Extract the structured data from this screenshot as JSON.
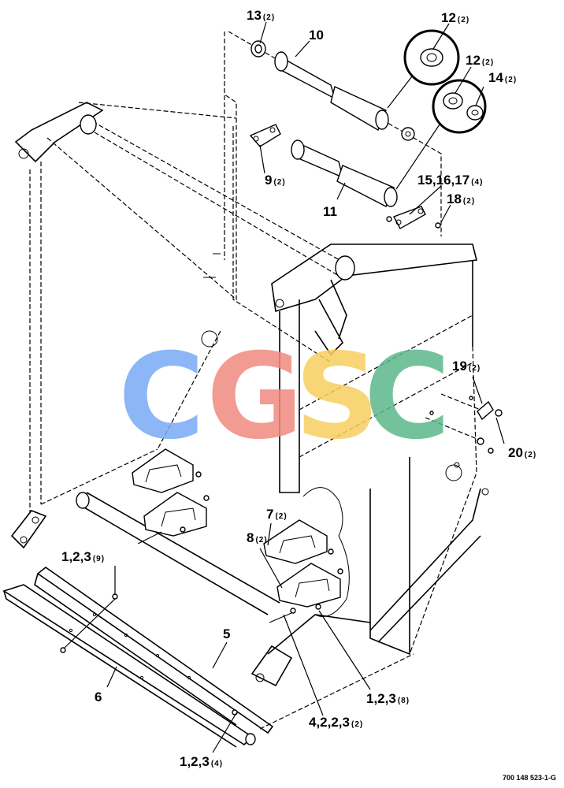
{
  "callouts": [
    {
      "id": "c13",
      "num": "13",
      "qty": "(2)"
    },
    {
      "id": "c10",
      "num": "10",
      "qty": ""
    },
    {
      "id": "c12a",
      "num": "12",
      "qty": "(2)"
    },
    {
      "id": "c12b",
      "num": "12",
      "qty": "(2)"
    },
    {
      "id": "c14",
      "num": "14",
      "qty": "(2)"
    },
    {
      "id": "c9",
      "num": "9",
      "qty": "(2)"
    },
    {
      "id": "c11",
      "num": "11",
      "qty": ""
    },
    {
      "id": "c15",
      "num": "15,16,17",
      "qty": "(4)"
    },
    {
      "id": "c18",
      "num": "18",
      "qty": "(2)"
    },
    {
      "id": "c19",
      "num": "19",
      "qty": "(2)"
    },
    {
      "id": "c20",
      "num": "20",
      "qty": "(2)"
    },
    {
      "id": "c7",
      "num": "7",
      "qty": "(2)"
    },
    {
      "id": "c8",
      "num": "8",
      "qty": "(2)"
    },
    {
      "id": "c123a",
      "num": "1,2,3",
      "qty": "(9)"
    },
    {
      "id": "c5",
      "num": "5",
      "qty": ""
    },
    {
      "id": "c6",
      "num": "6",
      "qty": ""
    },
    {
      "id": "c123b",
      "num": "1,2,3",
      "qty": "(8)"
    },
    {
      "id": "c4223",
      "num": "4,2,2,3",
      "qty": "(2)"
    },
    {
      "id": "c123c",
      "num": "1,2,3",
      "qty": "(4)"
    }
  ],
  "figure_number": "700 148 523-1-G",
  "watermark": {
    "letters": [
      "C",
      "G",
      "S",
      "C"
    ],
    "colors": [
      "#7aaaf5",
      "#f08a80",
      "#f7d060",
      "#5cb88a"
    ]
  }
}
